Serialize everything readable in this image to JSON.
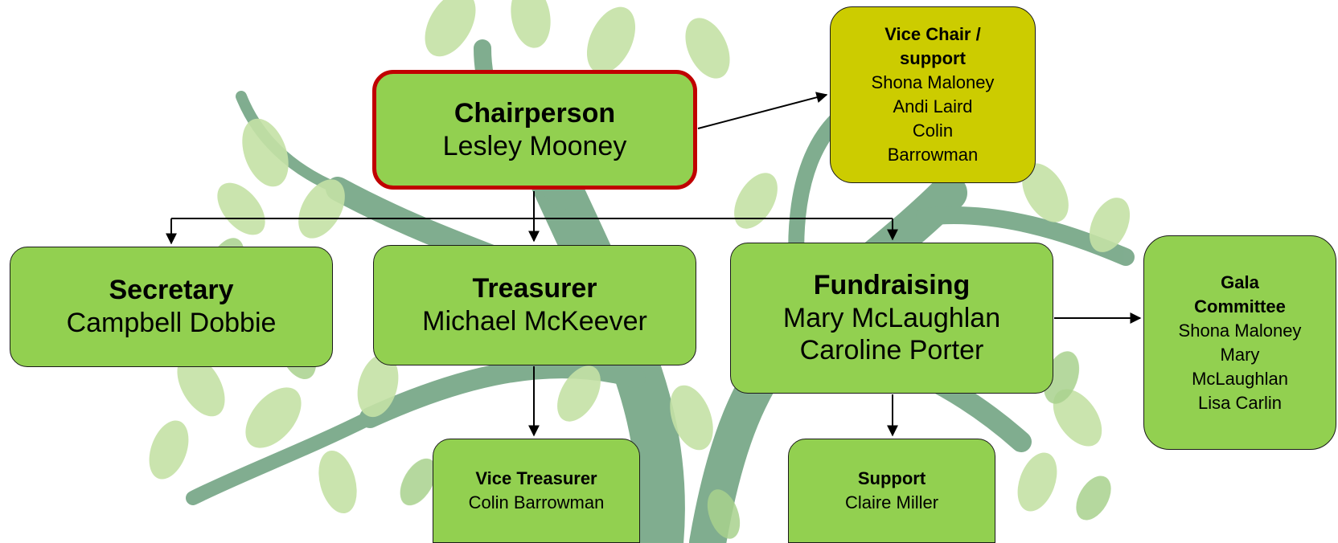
{
  "chairperson": {
    "role": "Chairperson",
    "names": [
      "Lesley Mooney"
    ]
  },
  "vice_chair": {
    "role_lines": [
      "Vice Chair /",
      "support"
    ],
    "names": [
      "Shona Maloney",
      "Andi Laird",
      "Colin",
      "Barrowman"
    ]
  },
  "secretary": {
    "role": "Secretary",
    "names": [
      "Campbell Dobbie"
    ]
  },
  "treasurer": {
    "role": "Treasurer",
    "names": [
      "Michael McKeever"
    ]
  },
  "fundraising": {
    "role": "Fundraising",
    "names": [
      "Mary McLaughlan",
      "Caroline Porter"
    ]
  },
  "gala_committee": {
    "role_lines": [
      "Gala",
      "Committee"
    ],
    "names": [
      "Shona Maloney",
      "Mary",
      "McLaughlan",
      "Lisa Carlin"
    ]
  },
  "vice_treasurer": {
    "role": "Vice Treasurer",
    "names": [
      "Colin Barrowman"
    ]
  },
  "support": {
    "role": "Support",
    "names": [
      "Claire Miller"
    ]
  },
  "colors": {
    "box_fill": "#92d050",
    "vice_chair_fill": "#cccc00",
    "chair_border": "#c00000",
    "tree_trunk": "#7aa98a",
    "leaf_light": "#c5e1a5",
    "leaf_mid": "#a8d18d"
  }
}
